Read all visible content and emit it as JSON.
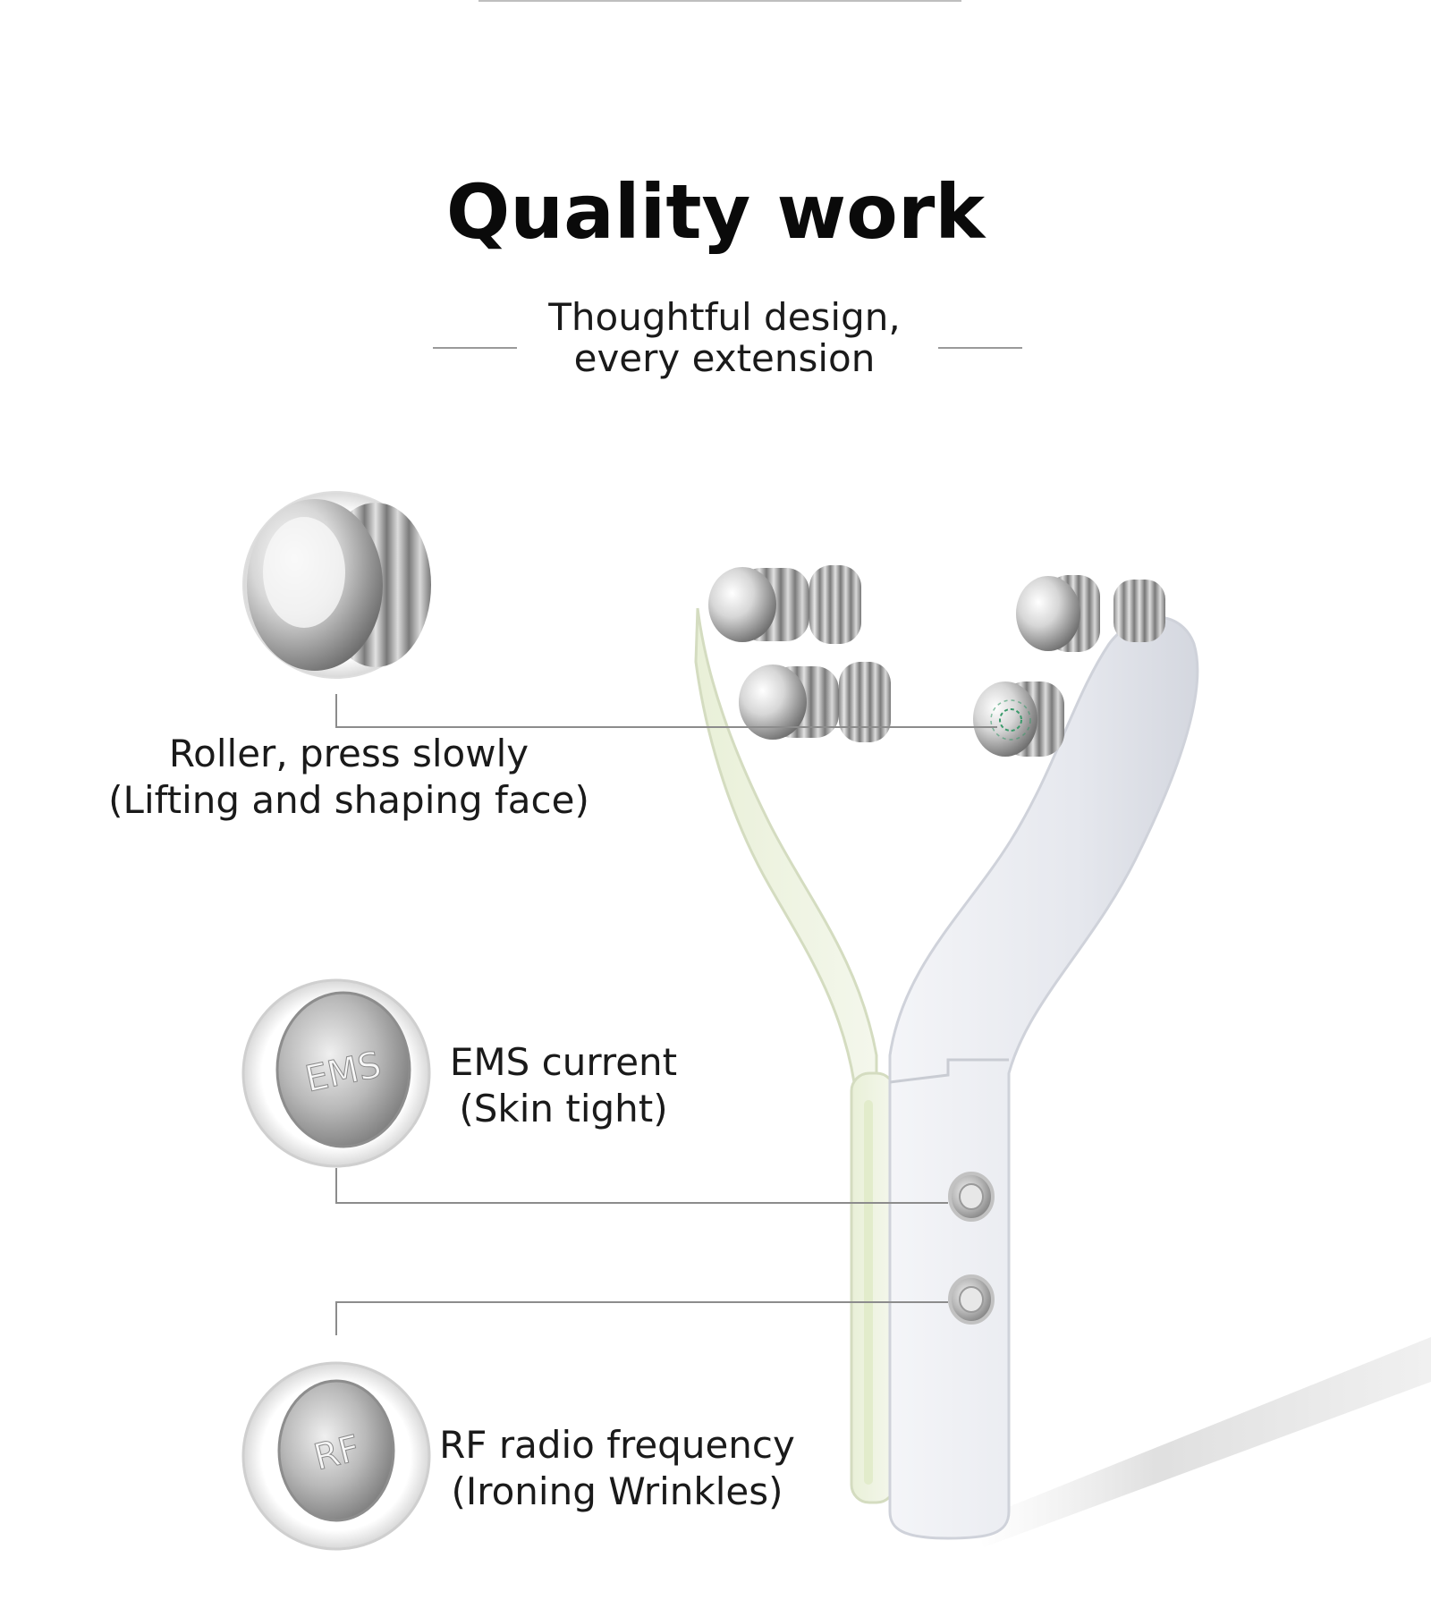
{
  "header": {
    "title": "Quality work",
    "subtitle_line1": "Thoughtful design,",
    "subtitle_line2": "every extension"
  },
  "callouts": [
    {
      "icon": "roller-head-icon",
      "line1": "Roller, press slowly",
      "line2": "(Lifting and shaping face)"
    },
    {
      "icon": "ems-electrode-icon",
      "badge": "EMS",
      "line1": "EMS current",
      "line2": "(Skin tight)"
    },
    {
      "icon": "rf-electrode-icon",
      "badge": "RF",
      "line1": "RF radio frequency",
      "line2": "(Ironing Wrinkles)"
    }
  ],
  "colors": {
    "background": "#ffffff",
    "device_body": "#eceef2",
    "device_inner": "#eef3e2",
    "metal": "#a8a8a8",
    "leader_line": "#8c8c8c"
  }
}
